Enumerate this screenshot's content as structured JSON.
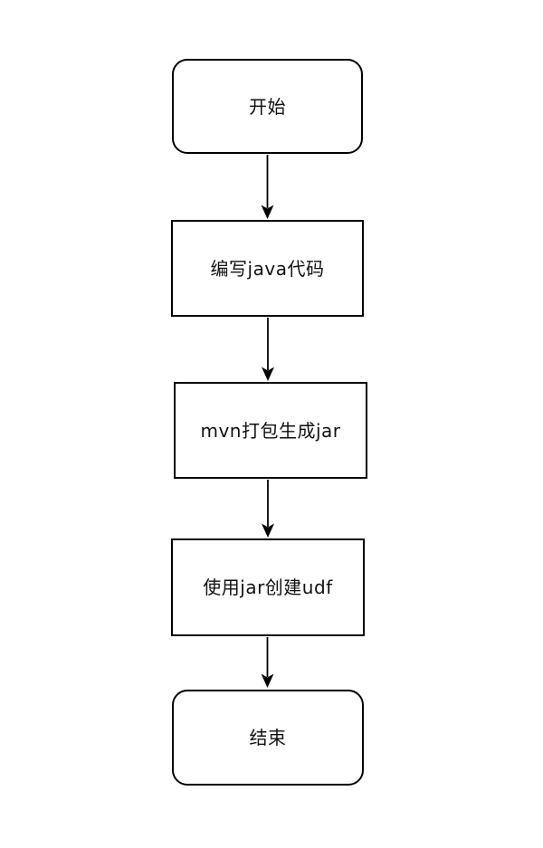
{
  "page": {
    "background_color": "#ffffff"
  },
  "flowchart": {
    "stroke_color": "#000000",
    "text_color": "#111111",
    "nodes": [
      {
        "id": "start",
        "shape": "terminator",
        "label": "开始"
      },
      {
        "id": "write-java-code",
        "shape": "process",
        "label": "编写java代码"
      },
      {
        "id": "mvn-package-jar",
        "shape": "process",
        "label": "mvn打包生成jar"
      },
      {
        "id": "create-udf-with-jar",
        "shape": "process",
        "label": "使用jar创建udf"
      },
      {
        "id": "end",
        "shape": "terminator",
        "label": "结束"
      }
    ],
    "edges": [
      {
        "from": "start",
        "to": "write-java-code"
      },
      {
        "from": "write-java-code",
        "to": "mvn-package-jar"
      },
      {
        "from": "mvn-package-jar",
        "to": "create-udf-with-jar"
      },
      {
        "from": "create-udf-with-jar",
        "to": "end"
      }
    ]
  }
}
